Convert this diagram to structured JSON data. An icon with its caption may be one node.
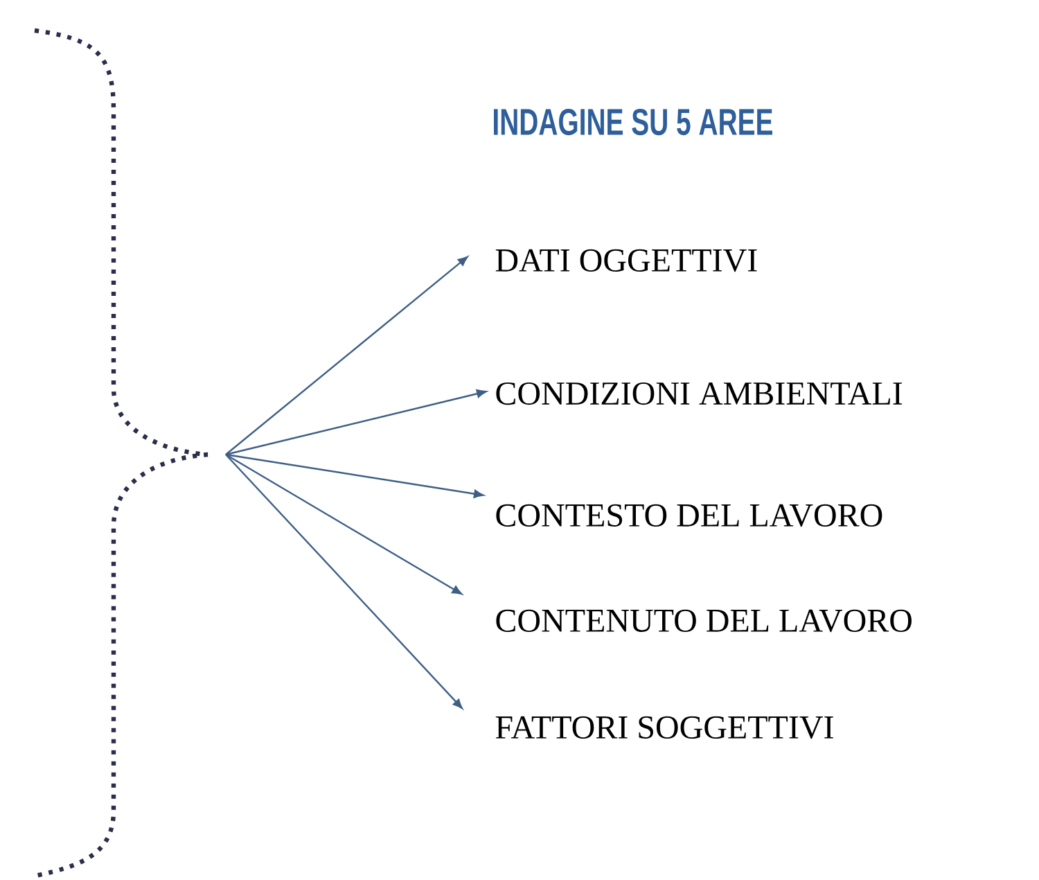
{
  "diagram": {
    "title": "INDAGINE SU 5 AREE",
    "nodes": [
      {
        "text": [
          "DATI OGGETTIVI"
        ]
      },
      {
        "text": [
          "CONDIZIONI AMBIENTALI"
        ]
      },
      {
        "text": [
          "CONTESTO DEL LAVORO"
        ]
      },
      {
        "text": [
          "CONTENUTO DEL LAVORO"
        ]
      },
      {
        "text": [
          "FATTORI SOGGETTIVI"
        ]
      }
    ],
    "edges": [
      {
        "from": null,
        "to": 0,
        "arrow": "to"
      },
      {
        "from": null,
        "to": 1,
        "arrow": "to"
      },
      {
        "from": null,
        "to": 2,
        "arrow": "to"
      },
      {
        "from": null,
        "to": 3,
        "arrow": "to"
      },
      {
        "from": null,
        "to": 4,
        "arrow": "to"
      }
    ]
  }
}
